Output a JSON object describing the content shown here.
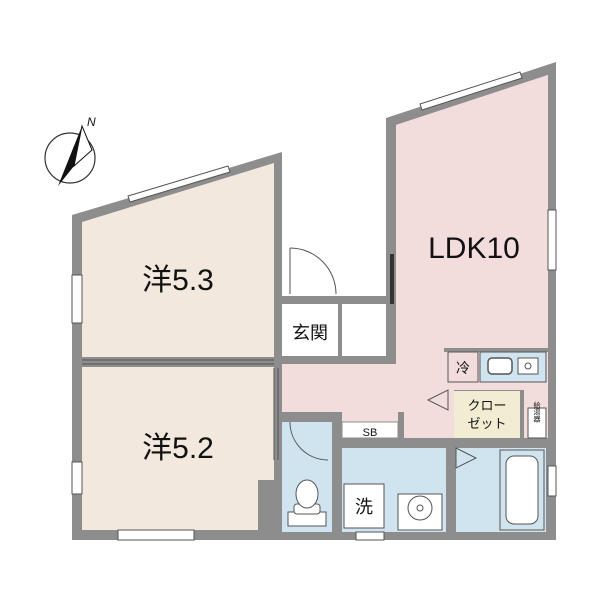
{
  "compass": {
    "north_label": "N"
  },
  "rooms": {
    "western_upper": {
      "label": "洋5.3"
    },
    "western_lower": {
      "label": "洋5.2"
    },
    "ldk": {
      "label": "LDK10"
    },
    "entrance": {
      "label": "玄関"
    },
    "shoe_box": {
      "label": "SB"
    },
    "closet": {
      "line1": "クロー",
      "line2": "ゼット"
    },
    "washer": {
      "label": "洗"
    }
  },
  "fixtures": {
    "refrigerator": {
      "label": "冷"
    },
    "water_heater": {
      "label": "給湯器"
    }
  },
  "colors": {
    "ldk_fill": "#f3dcdc",
    "western_fill": "#f2e8dd",
    "wet_area_fill": "#cfe4ef",
    "closet_fill": "#f2ecd3",
    "wall": "#8d8d8d"
  }
}
